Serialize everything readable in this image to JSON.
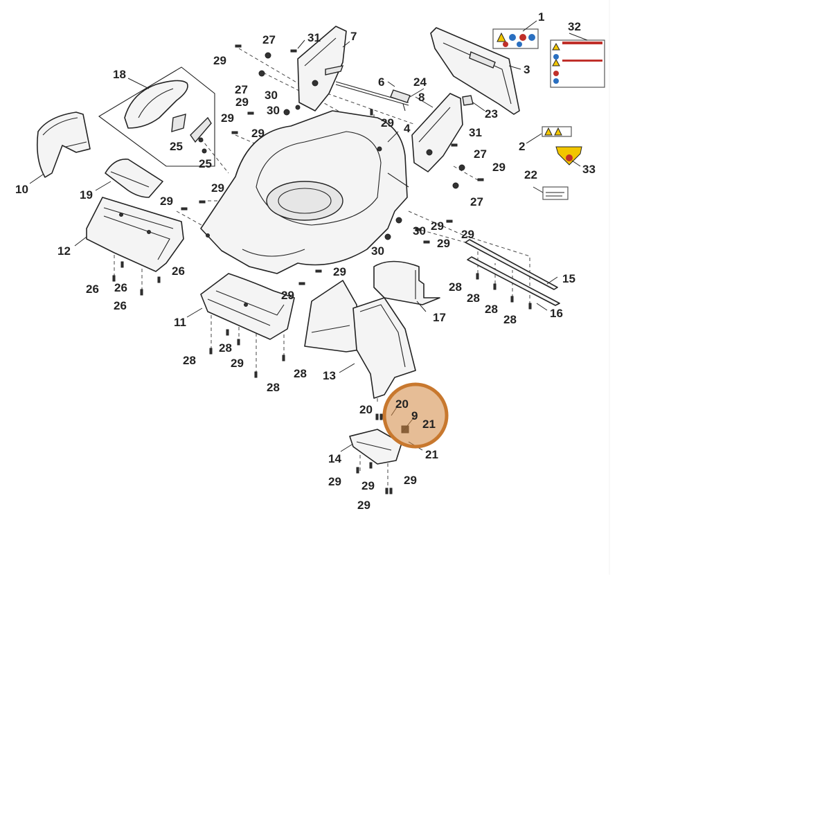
{
  "callouts": {
    "c1": "1",
    "c2": "2",
    "c3": "3",
    "c4": "4",
    "c6": "6",
    "c7": "7",
    "c8": "8",
    "c9": "9",
    "c10": "10",
    "c11": "11",
    "c12": "12",
    "c13": "13",
    "c14": "14",
    "c15": "15",
    "c16": "16",
    "c17": "17",
    "c18": "18",
    "c19": "19",
    "c20a": "20",
    "c20b": "20",
    "c21a": "21",
    "c21b": "21",
    "c22": "22",
    "c23": "23",
    "c24": "24",
    "c25a": "25",
    "c25b": "25",
    "c26a": "26",
    "c26b": "26",
    "c26c": "26",
    "c26d": "26",
    "c27a": "27",
    "c27b": "27",
    "c27c": "27",
    "c27d": "27",
    "c28a": "28",
    "c28b": "28",
    "c28c": "28",
    "c28d": "28",
    "c28e": "28",
    "c28f": "28",
    "c28g": "28",
    "c28h": "28",
    "c29a": "29",
    "c29b": "29",
    "c29c": "29",
    "c29d": "29",
    "c29e": "29",
    "c29f": "29",
    "c29g": "29",
    "c29h": "29",
    "c29i": "29",
    "c29j": "29",
    "c29k": "29",
    "c29l": "29",
    "c29m": "29",
    "c29n": "29",
    "c29o": "29",
    "c29p": "29",
    "c29q": "29",
    "c30a": "30",
    "c30b": "30",
    "c30c": "30",
    "c30d": "30",
    "c31a": "31",
    "c31b": "31",
    "c32": "32",
    "c33": "33"
  },
  "colors": {
    "highlight": "#d2873f",
    "line": "#222222",
    "warning": "#f2c600"
  }
}
